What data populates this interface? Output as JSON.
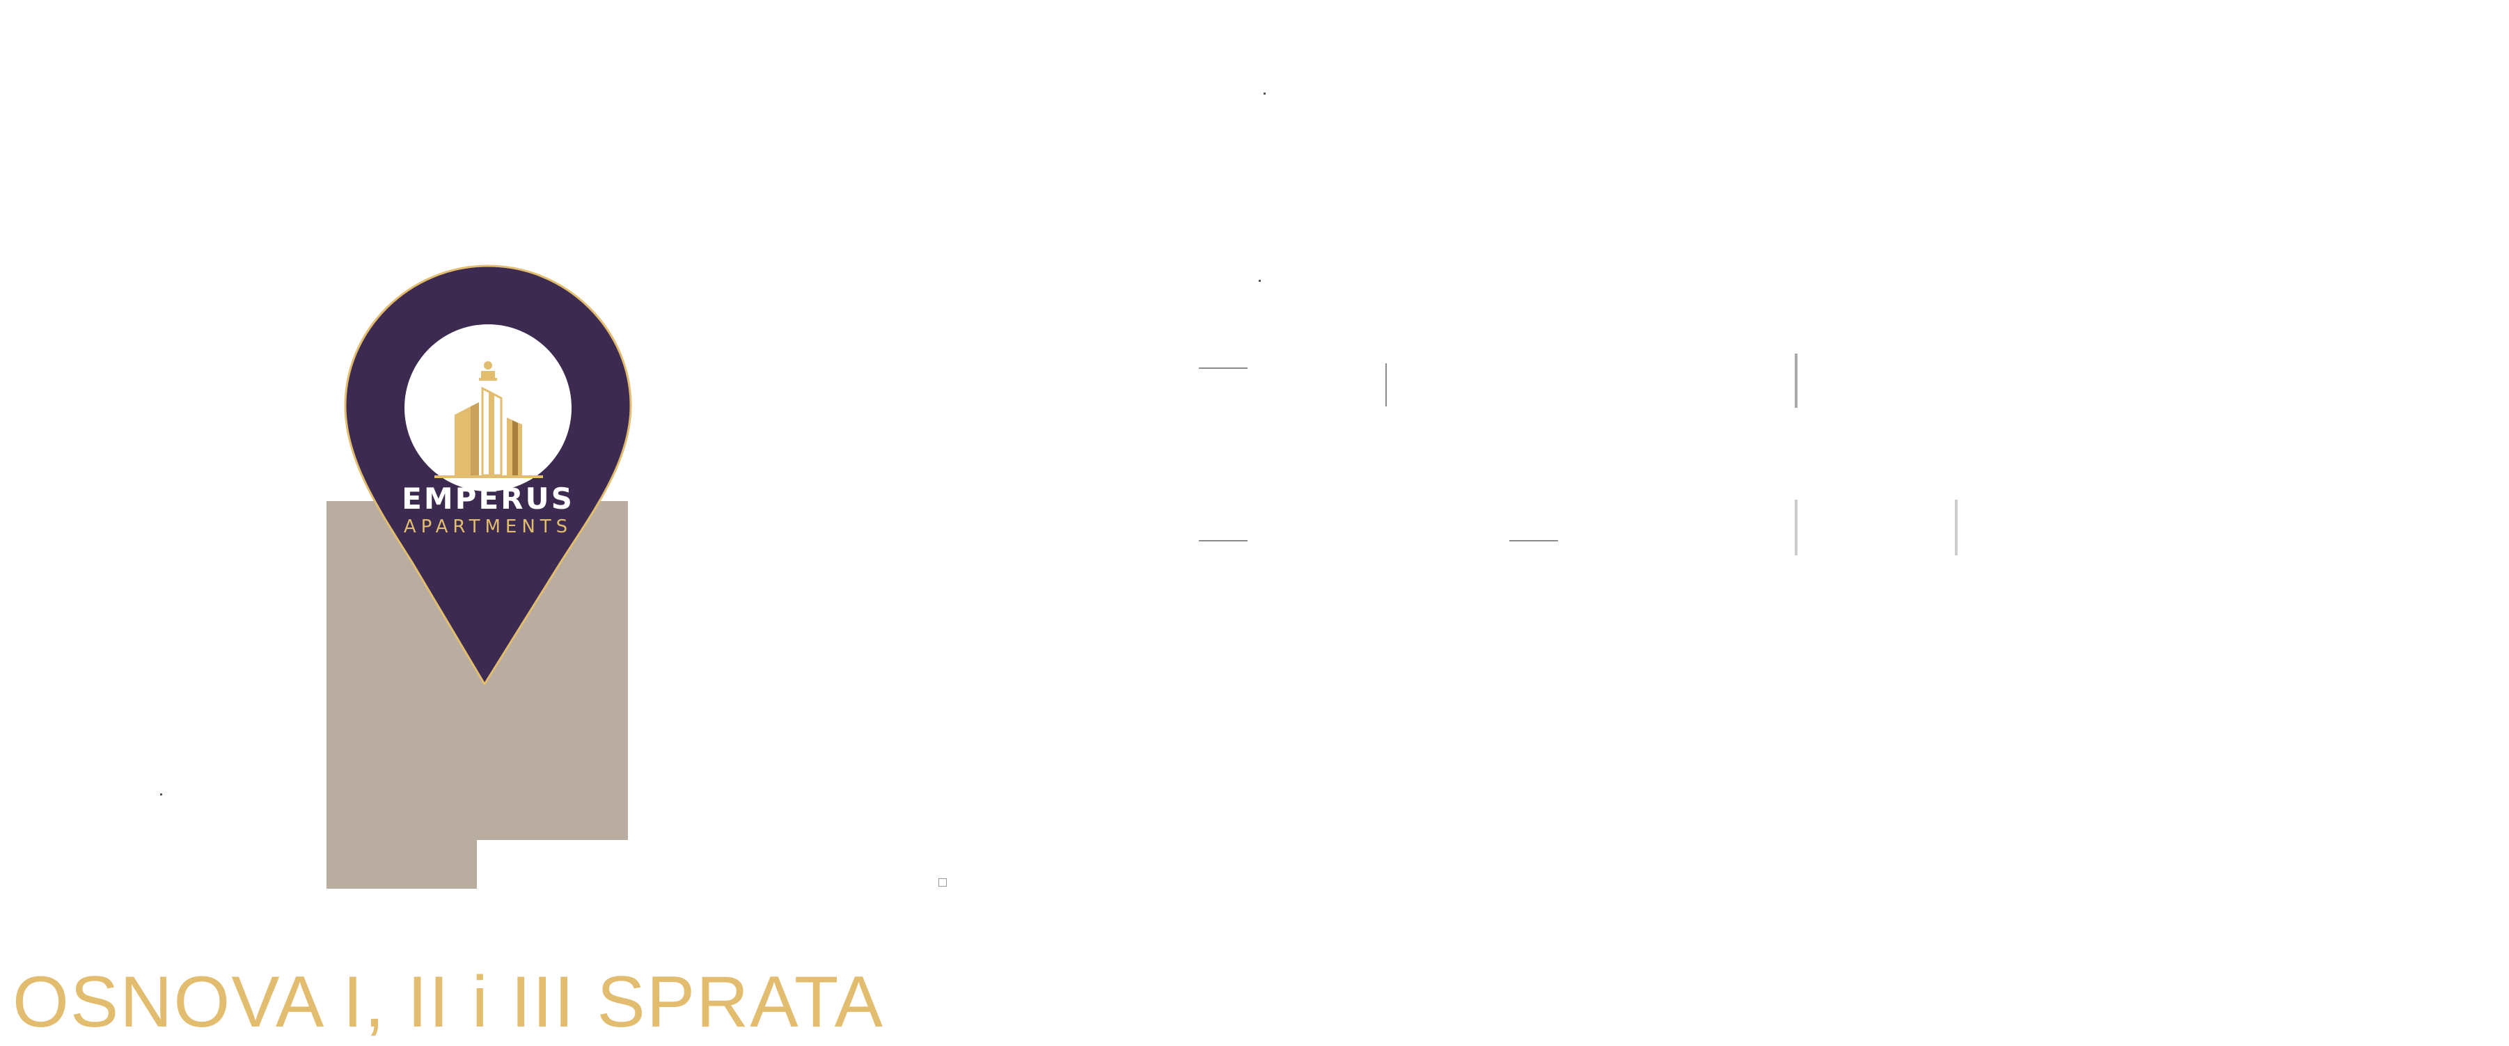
{
  "logo": {
    "name": "EMPERUS",
    "subtitle": "APARTMENTS"
  },
  "title": "OSNOVA I, II i III SPRATA",
  "colors": {
    "gold": "#e2bc6f",
    "purple": "#3c2a50",
    "beige": "#b8ada0",
    "background": "#ffffff"
  }
}
